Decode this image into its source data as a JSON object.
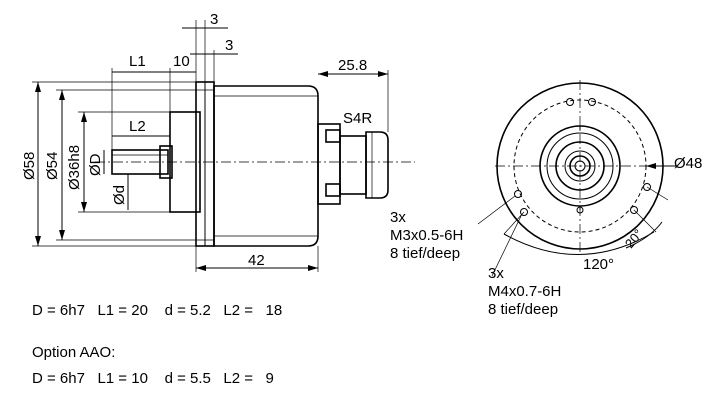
{
  "side_view": {
    "dim_top_3a": "3",
    "dim_top_3b": "3",
    "dim_L1": "L1",
    "dim_10": "10",
    "dim_L2": "L2",
    "dim_25_8": "25.8",
    "dim_42": "42",
    "dia_58": "Ø58",
    "dia_54": "Ø54",
    "dia_36h8": "Ø36h8",
    "dia_D": "ØD",
    "dia_d": "Ød",
    "connector": "S4R"
  },
  "front_view": {
    "dia_48": "Ø48",
    "angle_120": "120°",
    "angle_20": "20°",
    "callout_m3": [
      "3x",
      "M3x0.5-6H",
      "8 tief/deep"
    ],
    "callout_m4": [
      "3x",
      "M4x0.7-6H",
      "8 tief/deep"
    ]
  },
  "table": {
    "row_standard": "D = 6h7   L1 = 20    d = 5.2   L2 =   18",
    "option_title": "Option AAO:",
    "row_option": "D = 6h7   L1 = 10    d = 5.5   L2 =   9"
  }
}
